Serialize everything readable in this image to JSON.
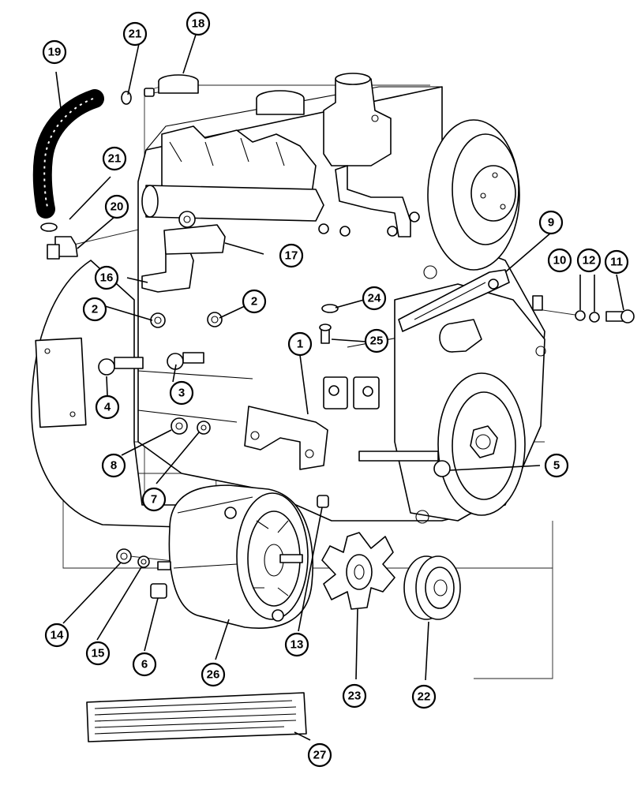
{
  "diagram": {
    "callouts": [
      {
        "id": "callout-1",
        "label": "1"
      },
      {
        "id": "callout-2a",
        "label": "2"
      },
      {
        "id": "callout-2b",
        "label": "2"
      },
      {
        "id": "callout-3",
        "label": "3"
      },
      {
        "id": "callout-4",
        "label": "4"
      },
      {
        "id": "callout-5",
        "label": "5"
      },
      {
        "id": "callout-6",
        "label": "6"
      },
      {
        "id": "callout-7",
        "label": "7"
      },
      {
        "id": "callout-8",
        "label": "8"
      },
      {
        "id": "callout-9",
        "label": "9"
      },
      {
        "id": "callout-10",
        "label": "10"
      },
      {
        "id": "callout-11",
        "label": "11"
      },
      {
        "id": "callout-12",
        "label": "12"
      },
      {
        "id": "callout-13",
        "label": "13"
      },
      {
        "id": "callout-14",
        "label": "14"
      },
      {
        "id": "callout-15",
        "label": "15"
      },
      {
        "id": "callout-16",
        "label": "16"
      },
      {
        "id": "callout-17",
        "label": "17"
      },
      {
        "id": "callout-18",
        "label": "18"
      },
      {
        "id": "callout-19",
        "label": "19"
      },
      {
        "id": "callout-20",
        "label": "20"
      },
      {
        "id": "callout-21a",
        "label": "21"
      },
      {
        "id": "callout-21b",
        "label": "21"
      },
      {
        "id": "callout-22",
        "label": "22"
      },
      {
        "id": "callout-23",
        "label": "23"
      },
      {
        "id": "callout-24",
        "label": "24"
      },
      {
        "id": "callout-25",
        "label": "25"
      },
      {
        "id": "callout-26",
        "label": "26"
      },
      {
        "id": "callout-27",
        "label": "27"
      }
    ]
  }
}
